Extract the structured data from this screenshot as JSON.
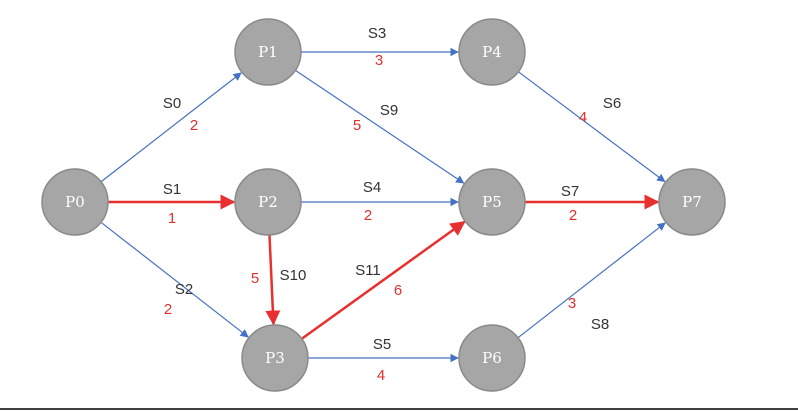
{
  "colors": {
    "node_fill": "#a6a6a6",
    "node_text": "#ffffff",
    "edge_normal": "#4472c4",
    "edge_critical": "#e83030",
    "weight_text": "#e03030",
    "edge_label_text": "#333333"
  },
  "nodes": [
    {
      "id": "P0",
      "label": "P0"
    },
    {
      "id": "P1",
      "label": "P1"
    },
    {
      "id": "P2",
      "label": "P2"
    },
    {
      "id": "P3",
      "label": "P3"
    },
    {
      "id": "P4",
      "label": "P4"
    },
    {
      "id": "P5",
      "label": "P5"
    },
    {
      "id": "P6",
      "label": "P6"
    },
    {
      "id": "P7",
      "label": "P7"
    }
  ],
  "edges": [
    {
      "id": "S0",
      "label": "S0",
      "from": "P0",
      "to": "P1",
      "weight": "2",
      "critical": false
    },
    {
      "id": "S1",
      "label": "S1",
      "from": "P0",
      "to": "P2",
      "weight": "1",
      "critical": true
    },
    {
      "id": "S2",
      "label": "S2",
      "from": "P0",
      "to": "P3",
      "weight": "2",
      "critical": false
    },
    {
      "id": "S3",
      "label": "S3",
      "from": "P1",
      "to": "P4",
      "weight": "3",
      "critical": false
    },
    {
      "id": "S9",
      "label": "S9",
      "from": "P1",
      "to": "P5",
      "weight": "5",
      "critical": false
    },
    {
      "id": "S4",
      "label": "S4",
      "from": "P2",
      "to": "P5",
      "weight": "2",
      "critical": false
    },
    {
      "id": "S10",
      "label": "S10",
      "from": "P2",
      "to": "P3",
      "weight": "5",
      "critical": true
    },
    {
      "id": "S11",
      "label": "S11",
      "from": "P3",
      "to": "P5",
      "weight": "6",
      "critical": true
    },
    {
      "id": "S5",
      "label": "S5",
      "from": "P3",
      "to": "P6",
      "weight": "4",
      "critical": false
    },
    {
      "id": "S6",
      "label": "S6",
      "from": "P4",
      "to": "P7",
      "weight": "4",
      "critical": false
    },
    {
      "id": "S7",
      "label": "S7",
      "from": "P5",
      "to": "P7",
      "weight": "2",
      "critical": true
    },
    {
      "id": "S8",
      "label": "S8",
      "from": "P6",
      "to": "P7",
      "weight": "3",
      "critical": false
    }
  ]
}
